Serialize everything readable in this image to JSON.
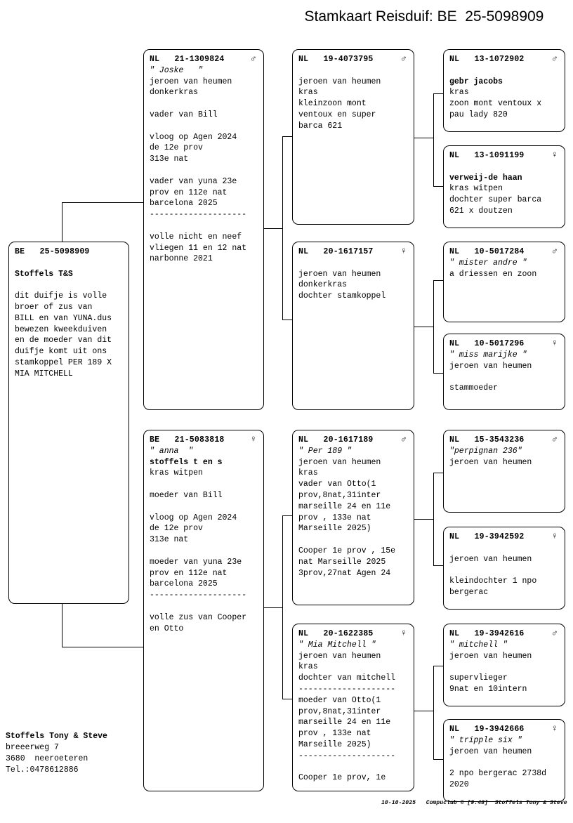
{
  "title": "Stamkaart Reisduif: BE  25-5098909",
  "symbols": {
    "male": "♂",
    "female": "♀"
  },
  "subject": {
    "ring": "BE   25-5098909",
    "sex": "",
    "owner": "Stoffels T&S",
    "lines": [
      "",
      "dit duifje is volle",
      "broer of zus van",
      "BILL en van YUNA.dus",
      "bewezen kweekduiven",
      "en de moeder van dit",
      "duifje komt uit ons",
      "stamkoppel PER 189 X",
      "MIA MITCHELL"
    ]
  },
  "father": {
    "ring": "NL   21-1309824",
    "sex": "male",
    "nick": "\" Joske   \"",
    "lines": [
      "jeroen van heumen",
      "donkerkras",
      "",
      "vader van Bill",
      "",
      "vloog op Agen 2024",
      "de 12e prov",
      "313e nat",
      "",
      "vader van yuna 23e",
      "prov en 112e nat",
      "barcelona 2025",
      "--------------------",
      "",
      "volle nicht en neef",
      "vliegen 11 en 12 nat",
      "narbonne 2021"
    ]
  },
  "mother": {
    "ring": "BE   21-5083818",
    "sex": "female",
    "nick": "\" anna  \"",
    "bold": "stoffels t en s",
    "lines": [
      "kras witpen",
      "",
      "moeder van Bill",
      "",
      "vloog op Agen 2024",
      "de 12e prov",
      "313e nat",
      "",
      "moeder van yuna 23e",
      "prov en 112e nat",
      "barcelona 2025",
      "--------------------",
      "",
      "volle zus van Cooper",
      "en Otto"
    ]
  },
  "grandparents": [
    {
      "id": "ff",
      "ring": "NL   19-4073795",
      "sex": "male",
      "nick": "",
      "lines": [
        "",
        "jeroen van heumen",
        "kras",
        "kleinzoon mont",
        "ventoux en super",
        "barca 621"
      ]
    },
    {
      "id": "fm",
      "ring": "NL   20-1617157",
      "sex": "female",
      "nick": "",
      "lines": [
        "",
        "jeroen van heumen",
        "donkerkras",
        "dochter stamkoppel"
      ]
    },
    {
      "id": "mf",
      "ring": "NL   20-1617189",
      "sex": "male",
      "nick": "\" Per 189 \"",
      "lines": [
        "jeroen van heumen",
        "kras",
        "vader van Otto(1",
        "prov,8nat,31inter",
        "marseille 24 en 11e",
        "prov , 133e nat",
        "Marseille 2025)",
        "",
        "Cooper 1e prov , 15e",
        "nat Marseille 2025",
        "3prov,27nat Agen 24"
      ]
    },
    {
      "id": "mm",
      "ring": "NL   20-1622385",
      "sex": "female",
      "nick": "\" Mia Mitchell \"",
      "lines": [
        "jeroen van heumen",
        "kras",
        "dochter van mitchell",
        "--------------------",
        "moeder van Otto(1",
        "prov,8nat,31inter",
        "marseille 24 en 11e",
        "prov , 133e nat",
        "Marseille 2025)",
        "--------------------",
        "",
        "Cooper 1e prov, 1e"
      ]
    }
  ],
  "greatgrandparents": [
    {
      "id": "fff",
      "ring": "NL   13-1072902",
      "sex": "male",
      "nick": "",
      "bold": "gebr jacobs",
      "lines": [
        "kras",
        "zoon mont ventoux x",
        "pau lady 820"
      ]
    },
    {
      "id": "ffm",
      "ring": "NL   13-1091199",
      "sex": "female",
      "nick": "",
      "bold": "verweij-de haan",
      "lines": [
        "kras witpen",
        "dochter super barca",
        "621 x doutzen"
      ]
    },
    {
      "id": "fmf",
      "ring": "NL   10-5017284",
      "sex": "male",
      "nick": "\" mister andre \"",
      "bold": "",
      "lines": [
        "a driessen en zoon"
      ]
    },
    {
      "id": "fmm",
      "ring": "NL   10-5017296",
      "sex": "female",
      "nick": "\" miss marijke \"",
      "bold": "",
      "lines": [
        "jeroen van heumen",
        "",
        "stammoeder"
      ]
    },
    {
      "id": "mff",
      "ring": "NL   15-3543236",
      "sex": "male",
      "nick": "\"perpignan 236\"",
      "bold": "",
      "lines": [
        "jeroen van heumen"
      ]
    },
    {
      "id": "mfm",
      "ring": "NL   19-3942592",
      "sex": "female",
      "nick": "",
      "bold": "",
      "lines": [
        "",
        "jeroen van heumen",
        "",
        "kleindochter 1 npo",
        "bergerac"
      ]
    },
    {
      "id": "mmf",
      "ring": "NL   19-3942616",
      "sex": "male",
      "nick": "\" mitchell \"",
      "bold": "",
      "lines": [
        "jeroen van heumen",
        "",
        "supervlieger",
        "9nat en 10intern"
      ]
    },
    {
      "id": "mmm",
      "ring": "NL   19-3942666",
      "sex": "female",
      "nick": "\" tripple six \"",
      "bold": "",
      "lines": [
        "jeroen van heumen",
        "",
        "2 npo bergerac 2738d",
        "2020"
      ]
    }
  ],
  "address": {
    "name": "Stoffels Tony & Steve",
    "lines": [
      "breeerweg 7",
      "3680  neeroeteren",
      "Tel.:0478612886"
    ]
  },
  "credit": "10-10-2025   Compuclub © [9.48]  Stoffels Tony & Steve"
}
